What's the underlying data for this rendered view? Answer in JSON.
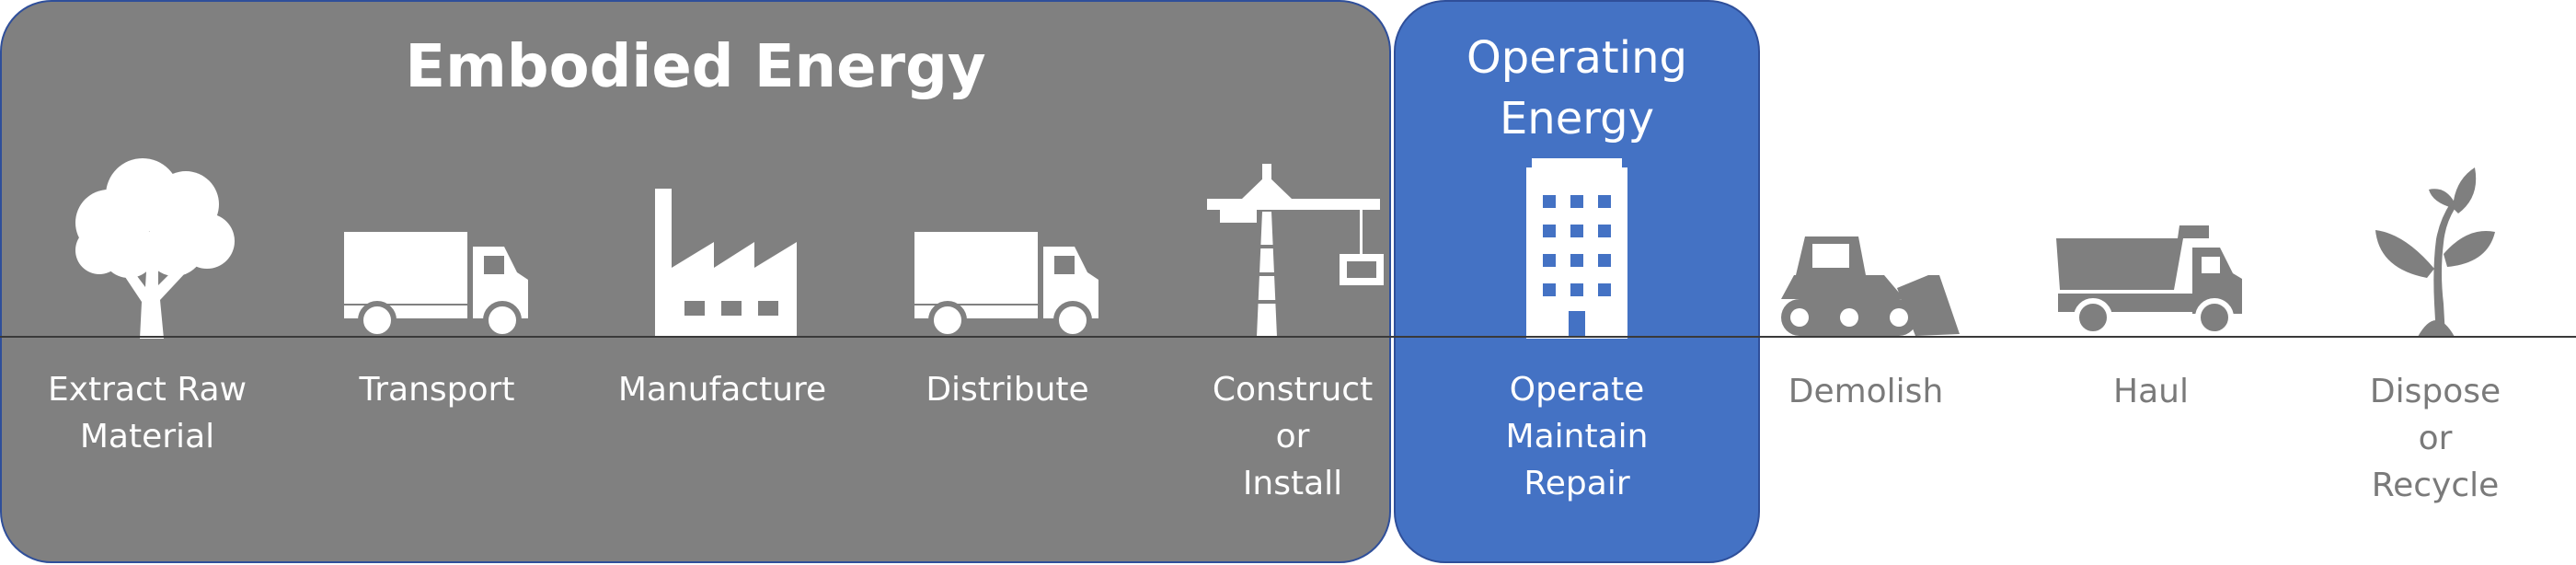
{
  "panels": {
    "embodied": {
      "title": "Embodied Energy",
      "color": "#808080"
    },
    "operating": {
      "title_lines": [
        "Operating",
        "Energy"
      ],
      "color": "#4472c4"
    }
  },
  "stages": [
    {
      "id": "extract",
      "lines": [
        "Extract Raw",
        "Material"
      ],
      "icon": "tree-icon"
    },
    {
      "id": "transport",
      "lines": [
        "Transport"
      ],
      "icon": "truck-icon"
    },
    {
      "id": "manufacture",
      "lines": [
        "Manufacture"
      ],
      "icon": "factory-icon"
    },
    {
      "id": "distribute",
      "lines": [
        "Distribute"
      ],
      "icon": "truck-icon"
    },
    {
      "id": "construct",
      "lines": [
        "Construct",
        "or",
        "Install"
      ],
      "icon": "crane-icon"
    },
    {
      "id": "operate",
      "lines": [
        "Operate",
        "Maintain",
        "Repair"
      ],
      "icon": "building-icon"
    },
    {
      "id": "demolish",
      "lines": [
        "Demolish"
      ],
      "icon": "bulldozer-icon"
    },
    {
      "id": "haul",
      "lines": [
        "Haul"
      ],
      "icon": "dump-truck-icon"
    },
    {
      "id": "dispose",
      "lines": [
        "Dispose",
        "or",
        "Recycle"
      ],
      "icon": "plant-icon"
    }
  ]
}
